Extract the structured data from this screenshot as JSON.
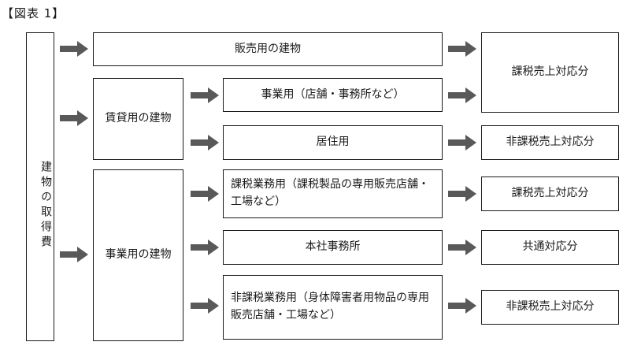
{
  "figure_title": "【図表 1】",
  "root": {
    "label": "建物の取得費"
  },
  "categories": {
    "sales": "販売用の建物",
    "rental": "賃貸用の建物",
    "business": "事業用の建物"
  },
  "subcategories": {
    "rental_business": "事業用（店舗・事務所など）",
    "rental_residential": "居住用",
    "business_taxable": "課税業務用（課税製品の専用販売店舗・工場など）",
    "business_hq": "本社事務所",
    "business_nontaxable": "非課税業務用（身体障害者用物品の専用販売店舗・工場など）"
  },
  "results": {
    "taxable_top": "課税売上対応分",
    "nontaxable_residential": "非課税売上対応分",
    "taxable_business": "課税売上対応分",
    "common": "共通対応分",
    "nontaxable_business": "非課税売上対応分"
  },
  "colors": {
    "arrow": "#595959",
    "border": "#1a1a1a"
  }
}
